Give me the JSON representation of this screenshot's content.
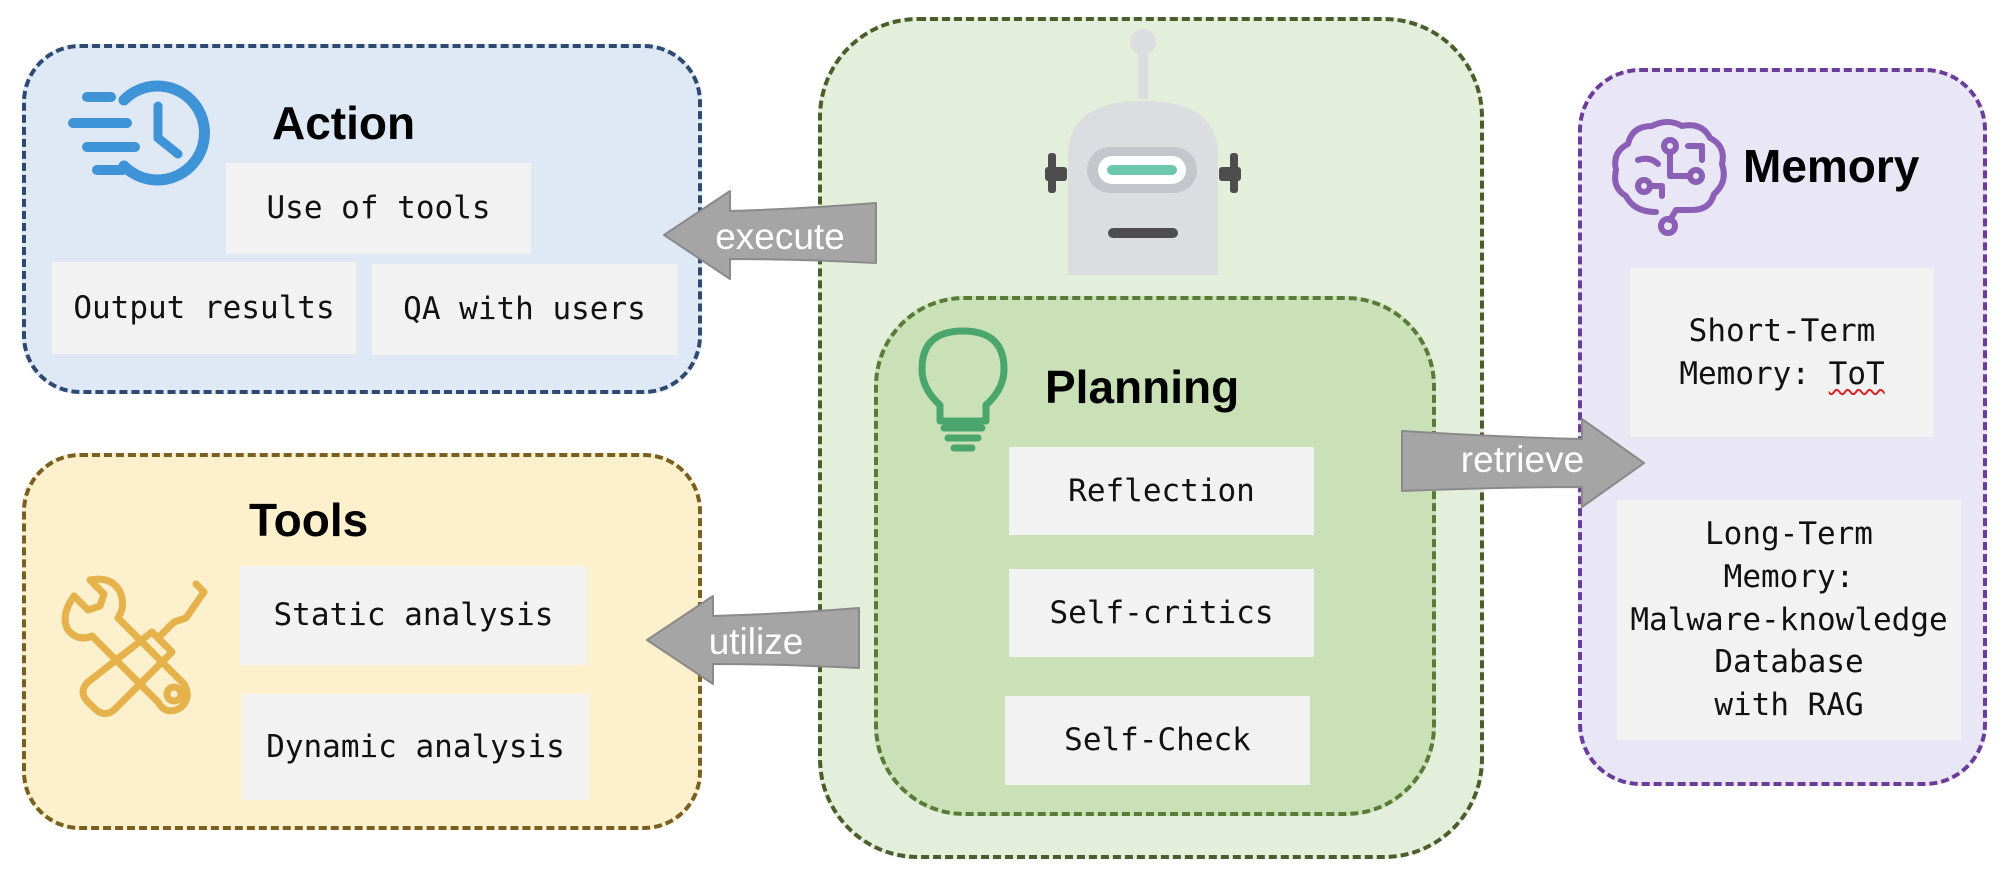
{
  "action": {
    "title": "Action",
    "items": [
      "Use of tools",
      "Output results",
      "QA with users"
    ],
    "icon": "task-clock-icon"
  },
  "tools": {
    "title": "Tools",
    "items": [
      "Static analysis",
      "Dynamic analysis"
    ],
    "icon": "wrench-screwdriver-icon"
  },
  "planning": {
    "title": "Planning",
    "items": [
      "Reflection",
      "Self-critics",
      "Self-Check"
    ],
    "icon": "lightbulb-icon"
  },
  "memory": {
    "title": "Memory",
    "short_term_line1": "Short-Term",
    "short_term_line2_prefix": "Memory: ",
    "short_term_line2_term": "ToT",
    "long_term_lines": [
      "Long-Term",
      "Memory:",
      "Malware-knowledge",
      "Database",
      "with RAG"
    ],
    "icon": "brain-icon"
  },
  "agent": {
    "icon": "robot-icon"
  },
  "arrows": {
    "execute": "execute",
    "utilize": "utilize",
    "retrieve": "retrieve"
  },
  "colors": {
    "action_fill": "#dfe9f5",
    "action_border": "#2e4a73",
    "tools_fill": "#fcf0cd",
    "tools_border": "#7a6020",
    "agent_fill": "#e3eedb",
    "agent_border": "#4a5e2c",
    "planning_fill": "#cae0b7",
    "planning_border": "#5a7a38",
    "memory_fill": "#e9e6f6",
    "memory_border": "#6a3e98",
    "arrow_fill": "#a5a5a5",
    "item_fill": "#f2f2f2"
  }
}
